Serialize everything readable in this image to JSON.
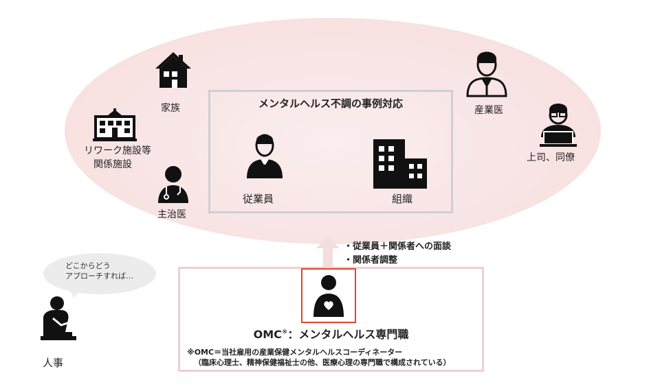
{
  "center": {
    "title": "メンタルヘルス不調の事例対応"
  },
  "nodes": {
    "family": "家族",
    "rework": [
      "リワーク施設等",
      "関係施設"
    ],
    "doctor": "主治医",
    "employee": "従業員",
    "org": "組織",
    "industrial_doctor": "産業医",
    "boss": "上司、同僚",
    "hr": "人事"
  },
  "arrow_notes": [
    "・従業員＋関係者への面談",
    "・関係者調整"
  ],
  "omc": {
    "title": "OMC",
    "title_mark": "※",
    "title_rest": "：メンタルヘルス専門職",
    "note_line1": "※OMC＝当社雇用の産業保健メンタルヘルスコーディネーター",
    "note_line2": "（臨床心理士、精神保健福祉士の他、医療心理の専門職で構成されている）"
  },
  "bubble": {
    "line1": "どこからどう",
    "line2": "アプローチすれば…"
  },
  "colors": {
    "ellipse": "#f7e3e3",
    "omc_border": "#efcfcf",
    "omc_icon_border": "#e0452d",
    "arrow": "#f2dede",
    "icon": "#111111"
  }
}
